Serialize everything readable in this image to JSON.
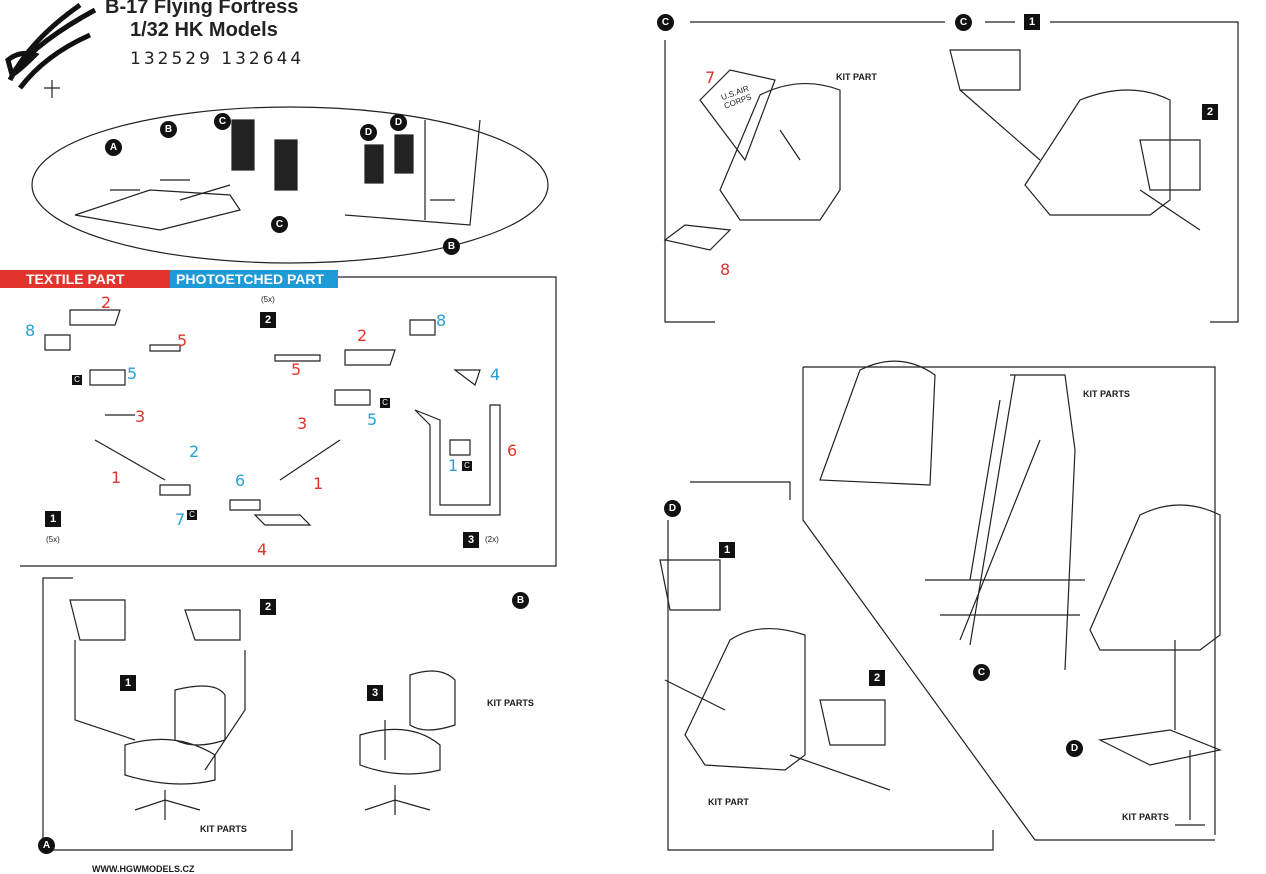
{
  "header": {
    "title": "B-17 Flying Fortress",
    "subtitle": "1/32 HK Models",
    "codes": "132529 132644"
  },
  "legend": {
    "textile": "TEXTILE PART",
    "photoetched": "PHOTOETCHED PART",
    "textile_color": "#e2342c",
    "photoetched_color": "#1e9ad6"
  },
  "overview": {
    "markers": [
      "A",
      "B",
      "C",
      "C",
      "D",
      "D",
      "B"
    ]
  },
  "step1": {
    "box": "1",
    "mult": "(5x)",
    "red": [
      "2",
      "5",
      "3",
      "1"
    ],
    "blue": [
      "8",
      "5",
      "2",
      "7"
    ]
  },
  "step2": {
    "box": "2",
    "mult": "(5x)",
    "red": [
      "2",
      "5",
      "3",
      "1",
      "4"
    ],
    "blue": [
      "8",
      "5",
      "6"
    ]
  },
  "step3": {
    "box": "3",
    "mult": "(2x)",
    "red": [
      "6"
    ],
    "blue": [
      "4",
      "1"
    ]
  },
  "seatA": {
    "marker": "A",
    "box1": "1",
    "box2": "2",
    "kit": "KIT PARTS"
  },
  "seatB": {
    "marker": "B",
    "box3": "3",
    "kit": "KIT PARTS"
  },
  "seatC1": {
    "marker": "C",
    "red7": "7",
    "red8": "8",
    "kit": "KIT PART",
    "stencil": "U.S.AIR CORPS"
  },
  "seatC2": {
    "marker": "C",
    "box1": "1",
    "box2": "2"
  },
  "seatCstand": {
    "marker": "C",
    "kit": "KIT PARTS"
  },
  "seatD": {
    "marker": "D",
    "box1": "1",
    "box2": "2",
    "kit": "KIT PART"
  },
  "seatDtable": {
    "marker": "D",
    "kit": "KIT PARTS"
  },
  "pe_marker": "C",
  "footer": {
    "url": "WWW.HGWMODELS.CZ"
  }
}
